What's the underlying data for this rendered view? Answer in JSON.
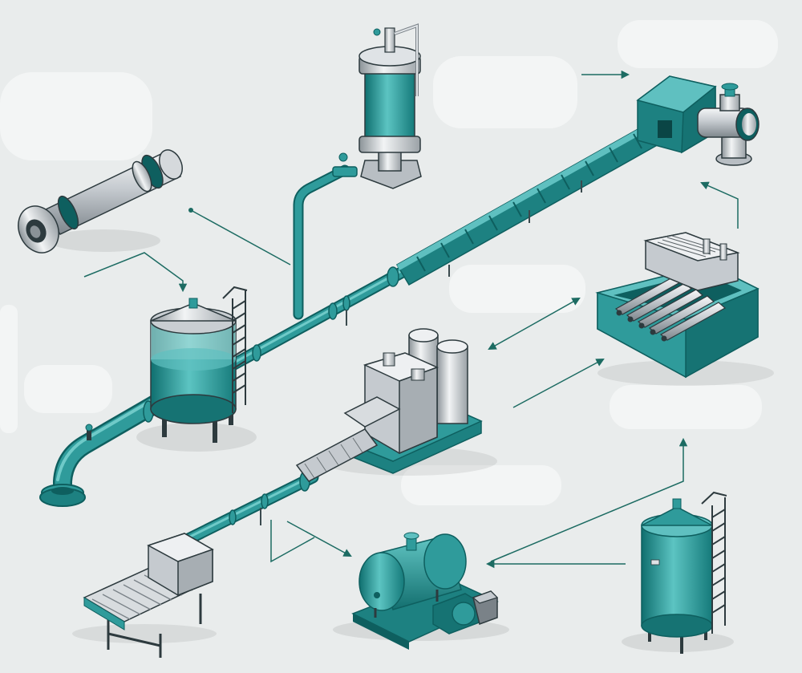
{
  "colors": {
    "background": "#e9ecec",
    "background_blob": "#f2f4f4",
    "teal": "#2f9b9b",
    "teal_dark": "#0e6d6d",
    "teal_light": "#5fc0c0",
    "steel": "#c7ccd0",
    "steel_light": "#eef0f2",
    "steel_dark": "#7a8288",
    "outline": "#2d3a3e",
    "arrow": "#1c6b62"
  },
  "icons": {
    "heat-exchanger": "heat-exchanger-icon",
    "pressure-vessel": "pressure-vessel-icon",
    "valve-pump": "valve-pump-icon",
    "mixing-tank": "mixing-tank-icon",
    "screw-conveyor": "screw-conveyor-icon",
    "filter-unit": "filter-unit-icon",
    "processing-machine": "processing-machine-icon",
    "belt-conveyor": "belt-conveyor-icon",
    "horizontal-tank-pump": "horizontal-tank-pump-icon",
    "storage-silo": "storage-silo-icon",
    "pipe-elbow": "pipe-elbow-icon"
  },
  "diagram": {
    "nodes": [
      {
        "id": "heat-exchanger",
        "icon": "heat-exchanger-icon"
      },
      {
        "id": "pressure-vessel",
        "icon": "pressure-vessel-icon"
      },
      {
        "id": "valve-pump",
        "icon": "valve-pump-icon"
      },
      {
        "id": "mixing-tank",
        "icon": "mixing-tank-icon"
      },
      {
        "id": "screw-conveyor",
        "icon": "screw-conveyor-icon"
      },
      {
        "id": "filter-unit",
        "icon": "filter-unit-icon"
      },
      {
        "id": "processing-machine",
        "icon": "processing-machine-icon"
      },
      {
        "id": "belt-conveyor",
        "icon": "belt-conveyor-icon"
      },
      {
        "id": "horizontal-tank-pump",
        "icon": "horizontal-tank-pump-icon"
      },
      {
        "id": "storage-silo",
        "icon": "storage-silo-icon"
      }
    ],
    "edges": [
      {
        "from": "heat-exchanger",
        "to": "mixing-tank"
      },
      {
        "from": "pressure-vessel",
        "to": "valve-pump"
      },
      {
        "from": "filter-unit",
        "to": "valve-pump"
      },
      {
        "from": "processing-machine",
        "to": "filter-unit"
      },
      {
        "from": "belt-conveyor",
        "to": "horizontal-tank-pump"
      },
      {
        "from": "storage-silo",
        "to": "horizontal-tank-pump"
      },
      {
        "from": "horizontal-tank-pump",
        "to": "filter-unit"
      }
    ]
  }
}
